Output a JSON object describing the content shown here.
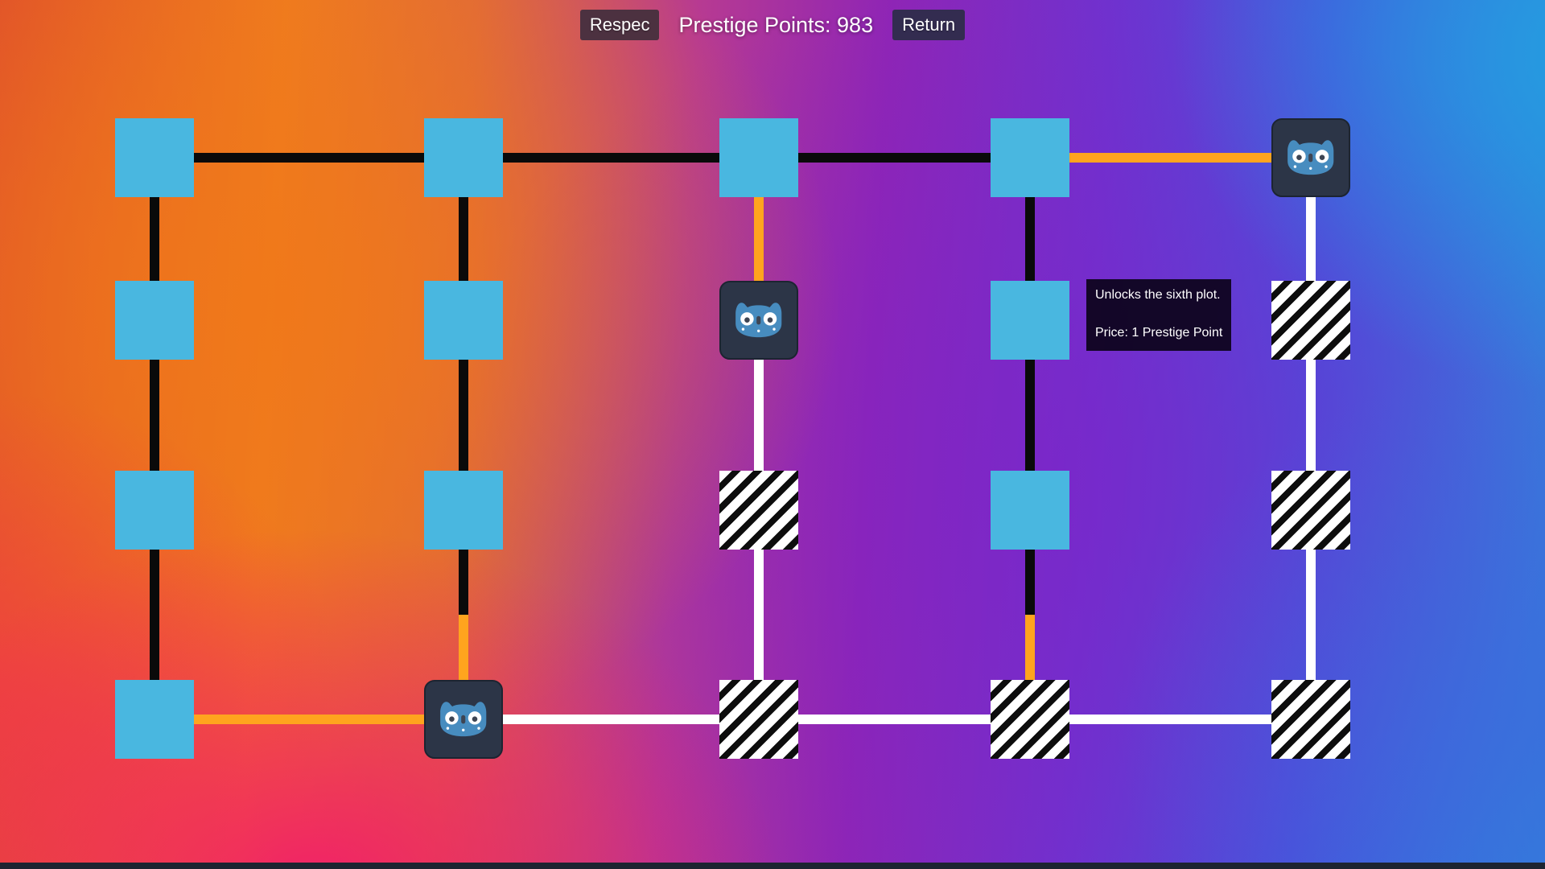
{
  "topbar": {
    "respec_label": "Respec",
    "prestige_label": "Prestige Points: 983",
    "return_label": "Return"
  },
  "tooltip": {
    "line1": "Unlocks the sixth plot.",
    "line2": "Price: 1 Prestige Point"
  },
  "colors": {
    "node_cyan": "#49b7e0",
    "edge_black": "#0a0a0a",
    "edge_orange": "#ffa41e",
    "edge_white": "#ffffff",
    "godot_panel": "#2c3547",
    "godot_blue": "#478cbf"
  },
  "tree": {
    "node_size": 98,
    "edge_thickness": 12,
    "columns_x": [
      192,
      576,
      943,
      1280,
      1629
    ],
    "rows_y": [
      196,
      398,
      634,
      894
    ],
    "nodes": [
      {
        "row": 0,
        "col": 0,
        "type": "cyan"
      },
      {
        "row": 0,
        "col": 1,
        "type": "cyan"
      },
      {
        "row": 0,
        "col": 2,
        "type": "cyan"
      },
      {
        "row": 0,
        "col": 3,
        "type": "cyan"
      },
      {
        "row": 0,
        "col": 4,
        "type": "godot"
      },
      {
        "row": 1,
        "col": 0,
        "type": "cyan"
      },
      {
        "row": 1,
        "col": 1,
        "type": "cyan"
      },
      {
        "row": 1,
        "col": 2,
        "type": "godot"
      },
      {
        "row": 1,
        "col": 3,
        "type": "cyan"
      },
      {
        "row": 1,
        "col": 4,
        "type": "striped"
      },
      {
        "row": 2,
        "col": 0,
        "type": "cyan"
      },
      {
        "row": 2,
        "col": 1,
        "type": "cyan"
      },
      {
        "row": 2,
        "col": 2,
        "type": "striped"
      },
      {
        "row": 2,
        "col": 3,
        "type": "cyan"
      },
      {
        "row": 2,
        "col": 4,
        "type": "striped"
      },
      {
        "row": 3,
        "col": 0,
        "type": "cyan"
      },
      {
        "row": 3,
        "col": 1,
        "type": "godot"
      },
      {
        "row": 3,
        "col": 2,
        "type": "striped"
      },
      {
        "row": 3,
        "col": 3,
        "type": "striped"
      },
      {
        "row": 3,
        "col": 4,
        "type": "striped"
      }
    ],
    "edges": [
      {
        "from": [
          0,
          0
        ],
        "to": [
          0,
          1
        ],
        "color": "black"
      },
      {
        "from": [
          0,
          1
        ],
        "to": [
          0,
          2
        ],
        "color": "black"
      },
      {
        "from": [
          0,
          2
        ],
        "to": [
          0,
          3
        ],
        "color": "black"
      },
      {
        "from": [
          0,
          3
        ],
        "to": [
          0,
          4
        ],
        "color": "orange"
      },
      {
        "from": [
          3,
          0
        ],
        "to": [
          3,
          1
        ],
        "color": "orange"
      },
      {
        "from": [
          3,
          1
        ],
        "to": [
          3,
          2
        ],
        "color": "white"
      },
      {
        "from": [
          3,
          2
        ],
        "to": [
          3,
          3
        ],
        "color": "white"
      },
      {
        "from": [
          3,
          3
        ],
        "to": [
          3,
          4
        ],
        "color": "white"
      },
      {
        "from": [
          0,
          0
        ],
        "to": [
          1,
          0
        ],
        "color": "black"
      },
      {
        "from": [
          1,
          0
        ],
        "to": [
          2,
          0
        ],
        "color": "black"
      },
      {
        "from": [
          2,
          0
        ],
        "to": [
          3,
          0
        ],
        "color": "black"
      },
      {
        "from": [
          0,
          1
        ],
        "to": [
          1,
          1
        ],
        "color": "black"
      },
      {
        "from": [
          1,
          1
        ],
        "to": [
          2,
          1
        ],
        "color": "black"
      },
      {
        "from": [
          2,
          1
        ],
        "to": [
          3,
          1
        ],
        "colors": [
          "black",
          "orange"
        ]
      },
      {
        "from": [
          0,
          2
        ],
        "to": [
          1,
          2
        ],
        "color": "orange"
      },
      {
        "from": [
          1,
          2
        ],
        "to": [
          2,
          2
        ],
        "color": "white"
      },
      {
        "from": [
          2,
          2
        ],
        "to": [
          3,
          2
        ],
        "color": "white"
      },
      {
        "from": [
          0,
          3
        ],
        "to": [
          1,
          3
        ],
        "color": "black"
      },
      {
        "from": [
          1,
          3
        ],
        "to": [
          2,
          3
        ],
        "color": "black"
      },
      {
        "from": [
          2,
          3
        ],
        "to": [
          3,
          3
        ],
        "colors": [
          "black",
          "orange"
        ]
      },
      {
        "from": [
          0,
          4
        ],
        "to": [
          1,
          4
        ],
        "color": "white"
      },
      {
        "from": [
          1,
          4
        ],
        "to": [
          2,
          4
        ],
        "color": "white"
      },
      {
        "from": [
          2,
          4
        ],
        "to": [
          3,
          4
        ],
        "color": "white"
      }
    ]
  }
}
